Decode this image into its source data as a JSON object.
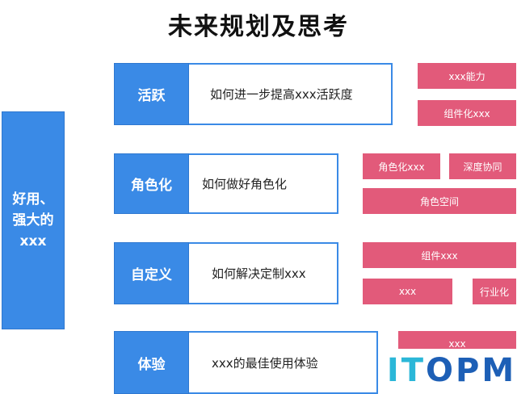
{
  "title": "未来规划及思考",
  "left_box": {
    "line1": "好用、",
    "line2": "强大的",
    "line3": "xxx"
  },
  "rows": [
    {
      "label": "活跃",
      "desc": "如何进一步提高xxx活跃度"
    },
    {
      "label": "角色化",
      "desc": "如何做好角色化"
    },
    {
      "label": "自定义",
      "desc": "如何解决定制xxx"
    },
    {
      "label": "体验",
      "desc": "xxx的最佳使用体验"
    }
  ],
  "tags": [
    {
      "text": "xxx能力"
    },
    {
      "text": "组件化xxx"
    },
    {
      "text": "角色化xxx"
    },
    {
      "text": "深度协同"
    },
    {
      "text": "角色空间"
    },
    {
      "text": "组件xxx"
    },
    {
      "text": "xxx"
    },
    {
      "text": "行业化"
    },
    {
      "text": "xxx"
    }
  ],
  "watermark": {
    "part1": "IT",
    "part2": "OPM"
  },
  "colors": {
    "blue": "#3a8ae6",
    "pink": "#e25a7a"
  }
}
